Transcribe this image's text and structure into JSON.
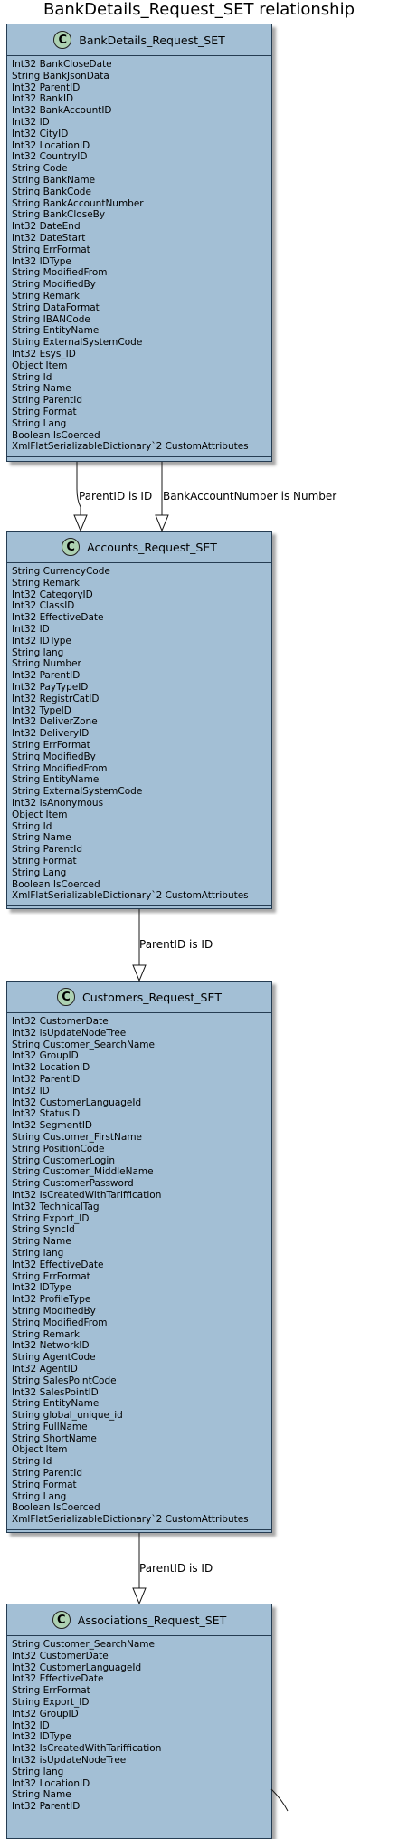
{
  "title": "BankDetails_Request_SET relationship",
  "classes": [
    {
      "name": "BankDetails_Request_SET",
      "badge": "C",
      "fields": [
        "Int32 BankCloseDate",
        "String BankJsonData",
        "Int32 ParentID",
        "Int32 BankID",
        "Int32 BankAccountID",
        "Int32 ID",
        "Int32 CityID",
        "Int32 LocationID",
        "Int32 CountryID",
        "String Code",
        "String BankName",
        "String BankCode",
        "String BankAccountNumber",
        "String BankCloseBy",
        "Int32 DateEnd",
        "Int32 DateStart",
        "String ErrFormat",
        "Int32 IDType",
        "String ModifiedFrom",
        "String ModifiedBy",
        "String Remark",
        "String DataFormat",
        "String IBANCode",
        "String EntityName",
        "String ExternalSystemCode",
        "Int32 Esys_ID",
        "Object Item",
        "String Id",
        "String Name",
        "String ParentId",
        "String Format",
        "String Lang",
        "Boolean IsCoerced",
        "XmlFlatSerializableDictionary`2 CustomAttributes"
      ]
    },
    {
      "name": "Accounts_Request_SET",
      "badge": "C",
      "fields": [
        "String CurrencyCode",
        "String Remark",
        "Int32 CategoryID",
        "Int32 ClassID",
        "Int32 EffectiveDate",
        "Int32 ID",
        "Int32 IDType",
        "String lang",
        "String Number",
        "Int32 ParentID",
        "Int32 PayTypeID",
        "Int32 RegistrCatID",
        "Int32 TypeID",
        "Int32 DeliverZone",
        "Int32 DeliveryID",
        "String ErrFormat",
        "String ModifiedBy",
        "String ModifiedFrom",
        "String EntityName",
        "String ExternalSystemCode",
        "Int32 IsAnonymous",
        "Object Item",
        "String Id",
        "String Name",
        "String ParentId",
        "String Format",
        "String Lang",
        "Boolean IsCoerced",
        "XmlFlatSerializableDictionary`2 CustomAttributes"
      ]
    },
    {
      "name": "Customers_Request_SET",
      "badge": "C",
      "fields": [
        "Int32 CustomerDate",
        "Int32 isUpdateNodeTree",
        "String Customer_SearchName",
        "Int32 GroupID",
        "Int32 LocationID",
        "Int32 ParentID",
        "Int32 ID",
        "Int32 CustomerLanguageId",
        "Int32 StatusID",
        "Int32 SegmentID",
        "String Customer_FirstName",
        "String PositionCode",
        "String CustomerLogin",
        "String Customer_MiddleName",
        "String CustomerPassword",
        "Int32 IsCreatedWithTariffication",
        "Int32 TechnicalTag",
        "String Export_ID",
        "String SyncId",
        "String Name",
        "String lang",
        "Int32 EffectiveDate",
        "String ErrFormat",
        "Int32 IDType",
        "Int32 ProfileType",
        "String ModifiedBy",
        "String ModifiedFrom",
        "String Remark",
        "Int32 NetworkID",
        "String AgentCode",
        "Int32 AgentID",
        "String SalesPointCode",
        "Int32 SalesPointID",
        "String EntityName",
        "String global_unique_id",
        "String FullName",
        "String ShortName",
        "Object Item",
        "String Id",
        "String ParentId",
        "String Format",
        "String Lang",
        "Boolean IsCoerced",
        "XmlFlatSerializableDictionary`2 CustomAttributes"
      ]
    },
    {
      "name": "Associations_Request_SET",
      "badge": "C",
      "fields": [
        "String Customer_SearchName",
        "Int32 CustomerDate",
        "Int32 CustomerLanguageId",
        "Int32 EffectiveDate",
        "String ErrFormat",
        "String Export_ID",
        "Int32 GroupID",
        "Int32 ID",
        "Int32 IDType",
        "Int32 IsCreatedWithTariffication",
        "Int32 isUpdateNodeTree",
        "String lang",
        "Int32 LocationID",
        "String Name",
        "Int32 ParentID"
      ]
    }
  ],
  "relations": [
    "ParentID is ID",
    "BankAccountNumber is Number",
    "ParentID is ID",
    "ParentID is ID"
  ]
}
